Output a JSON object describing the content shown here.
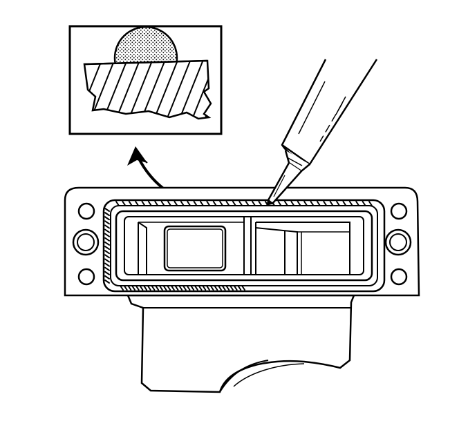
{
  "diagram": {
    "subject": "sealant-bead-application",
    "ink_color": "#000000",
    "paper_color": "#ffffff",
    "inset_hatch_count": 12,
    "flange_bolt_holes_per_side": 3,
    "bead_dash_count_top": 40,
    "bead_dash_count_bottom": 32,
    "icons": {
      "applicator": "sealant-tube-icon",
      "callout_arrow": "curved-arrow-icon"
    }
  }
}
